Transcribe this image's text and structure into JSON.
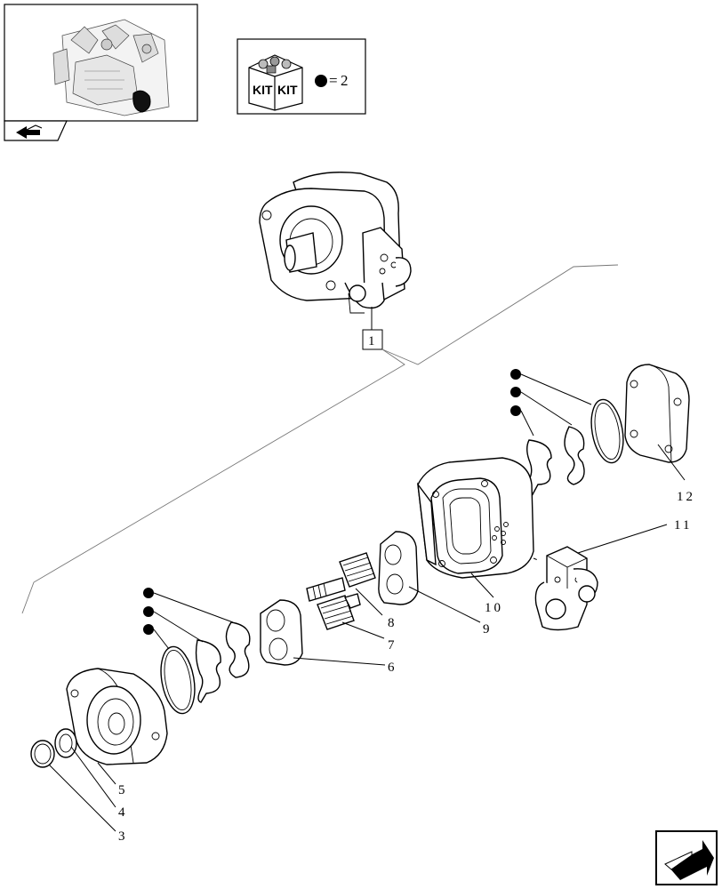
{
  "kit_legend": {
    "kit_label_left": "KIT",
    "kit_label_right": "KIT",
    "equals": "=",
    "quantity": "2",
    "bullet_icon": "filled-circle"
  },
  "icons": {
    "thumbnail_nav": "arrow-back-icon",
    "next_page": "page-forward-icon"
  },
  "callouts": {
    "assembly": "1",
    "p3": "3",
    "p4": "4",
    "p5": "5",
    "p6": "6",
    "p7": "7",
    "p8": "8",
    "p9": "9",
    "p10": "10",
    "p11": "11",
    "p12": "12"
  }
}
